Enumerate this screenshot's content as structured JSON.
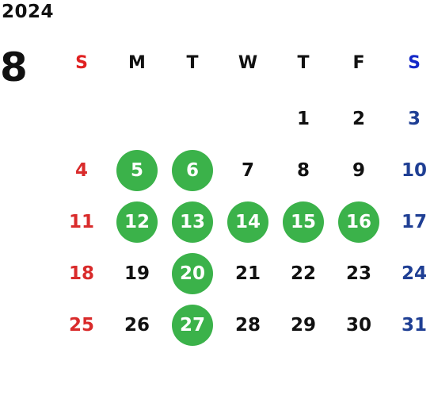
{
  "calendar": {
    "year": "2024",
    "month": "8",
    "weekdays": [
      "S",
      "M",
      "T",
      "W",
      "T",
      "F",
      "S"
    ],
    "weeks": [
      [
        "",
        "",
        "",
        "",
        "1",
        "2",
        "3"
      ],
      [
        "4",
        "5",
        "6",
        "7",
        "8",
        "9",
        "10"
      ],
      [
        "11",
        "12",
        "13",
        "14",
        "15",
        "16",
        "17"
      ],
      [
        "18",
        "19",
        "20",
        "21",
        "22",
        "23",
        "24"
      ],
      [
        "25",
        "26",
        "27",
        "28",
        "29",
        "30",
        "31"
      ]
    ],
    "highlighted_days": [
      "5",
      "6",
      "12",
      "13",
      "14",
      "15",
      "16",
      "20",
      "27"
    ]
  },
  "colors": {
    "sunday_header": "#e02020",
    "saturday_header": "#1428c8",
    "weekday_header": "#111111",
    "sunday_day": "#d92b2b",
    "saturday_day": "#1f3f94",
    "weekday_day": "#111111",
    "highlight_fill": "#3bb24a",
    "highlight_text": "#ffffff"
  }
}
